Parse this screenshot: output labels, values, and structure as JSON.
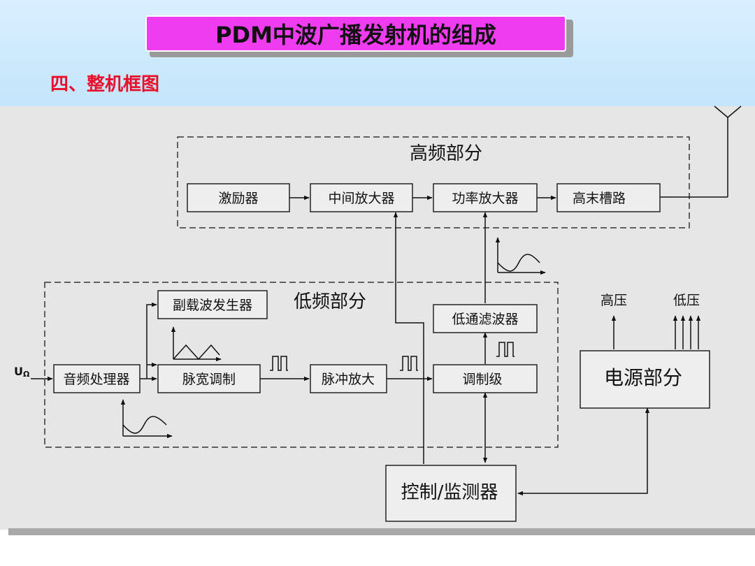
{
  "slide": {
    "title": "PDM中波广播发射机的组成",
    "subtitle": "四、整机框图"
  },
  "groups": {
    "high_freq": "高频部分",
    "low_freq": "低频部分"
  },
  "blocks": {
    "exciter": "激励器",
    "intermediate_amp": "中间放大器",
    "power_amp": "功率放大器",
    "output_network": "高末槽路",
    "subcarrier_gen": "副载波发生器",
    "audio_processor": "音频处理器",
    "pulse_width_mod": "脉宽调制",
    "pulse_amp": "脉冲放大",
    "modulator_stage": "调制级",
    "lowpass_filter": "低通滤波器",
    "power_supply": "电源部分",
    "controller": "控制/监测器"
  },
  "labels": {
    "input_main": "U",
    "input_sub": "Ω",
    "high_voltage": "高压",
    "low_voltage": "低压"
  }
}
